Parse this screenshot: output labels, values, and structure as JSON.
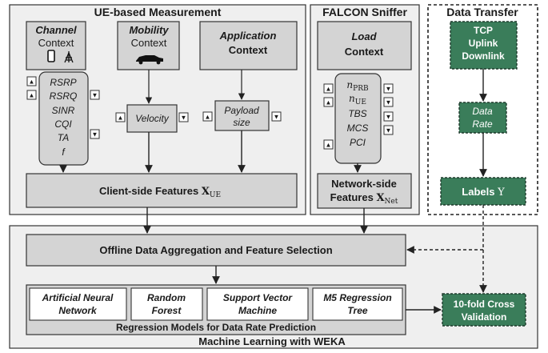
{
  "groups": {
    "ue_measurement": "UE-based Measurement",
    "falcon_sniffer": "FALCON Sniffer",
    "data_transfer": "Data Transfer",
    "machine_learning": "Machine Learning with WEKA"
  },
  "contexts": {
    "channel": [
      "Channel",
      "Context"
    ],
    "mobility": [
      "Mobility",
      "Context"
    ],
    "application": [
      "Application",
      "Context"
    ],
    "load": [
      "Load",
      "Context"
    ]
  },
  "channel_metrics": [
    "RSRP",
    "RSRQ",
    "SINR",
    "CQI",
    "TA",
    "f"
  ],
  "velocity": "Velocity",
  "payload": [
    "Payload",
    "size"
  ],
  "network_metrics": {
    "n_prb_base": "n",
    "n_prb_sub": "PRB",
    "n_ue_base": "n",
    "n_ue_sub": "UE",
    "tbs": "TBS",
    "mcs": "MCS",
    "pci": "PCI"
  },
  "features": {
    "client_text": "Client-side Features ",
    "client_symbol": "X",
    "client_sub": "UE",
    "network_line1": "Network-side",
    "network_text": "Features ",
    "network_symbol": "X",
    "network_sub": "Net"
  },
  "data_transfer": {
    "protocol": [
      "TCP",
      "Uplink",
      "Downlink"
    ],
    "data_rate": [
      "Data",
      "Rate"
    ],
    "labels_text": "Labels ",
    "labels_symbol": "Y"
  },
  "ml": {
    "aggregation": "Offline Data Aggregation and Feature Selection",
    "models": [
      [
        "Artificial Neural",
        "Network"
      ],
      [
        "Random",
        "Forest"
      ],
      [
        "Support Vector",
        "Machine"
      ],
      [
        "M5 Regression",
        "Tree"
      ]
    ],
    "models_caption": "Regression Models for Data Rate Prediction",
    "validation": [
      "10-fold Cross",
      "Validation"
    ]
  },
  "trend_icons": {
    "up": "▲",
    "down": "▼"
  },
  "colors": {
    "box_gray": "#d4d4d4",
    "group_gray": "#efefef",
    "green": "#3a7d5a",
    "green_text": "#ffffff",
    "stroke": "#333333"
  }
}
